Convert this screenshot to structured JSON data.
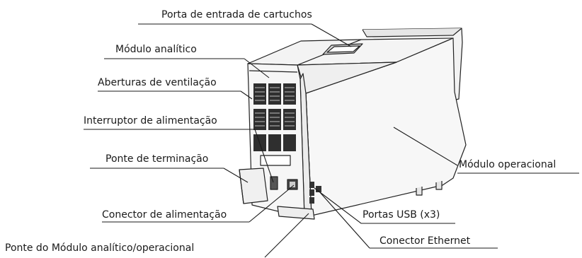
{
  "labels": {
    "cartridge_port": "Porta de entrada de cartuchos",
    "analytical_module": "Módulo analítico",
    "ventilation": "Aberturas de ventilação",
    "power_switch": "Interruptor de alimentação",
    "termination_bridge": "Ponte de terminação",
    "operational_module": "Módulo operacional",
    "power_connector": "Conector de alimentação",
    "usb_ports": "Portas USB (x3)",
    "module_bridge": "Ponte do Módulo analítico/operacional",
    "ethernet": "Conector Ethernet"
  },
  "colors": {
    "line": "#1a1a1a",
    "device_body": "#f7f7f7",
    "device_side": "#ececec",
    "vents": "#333333"
  }
}
